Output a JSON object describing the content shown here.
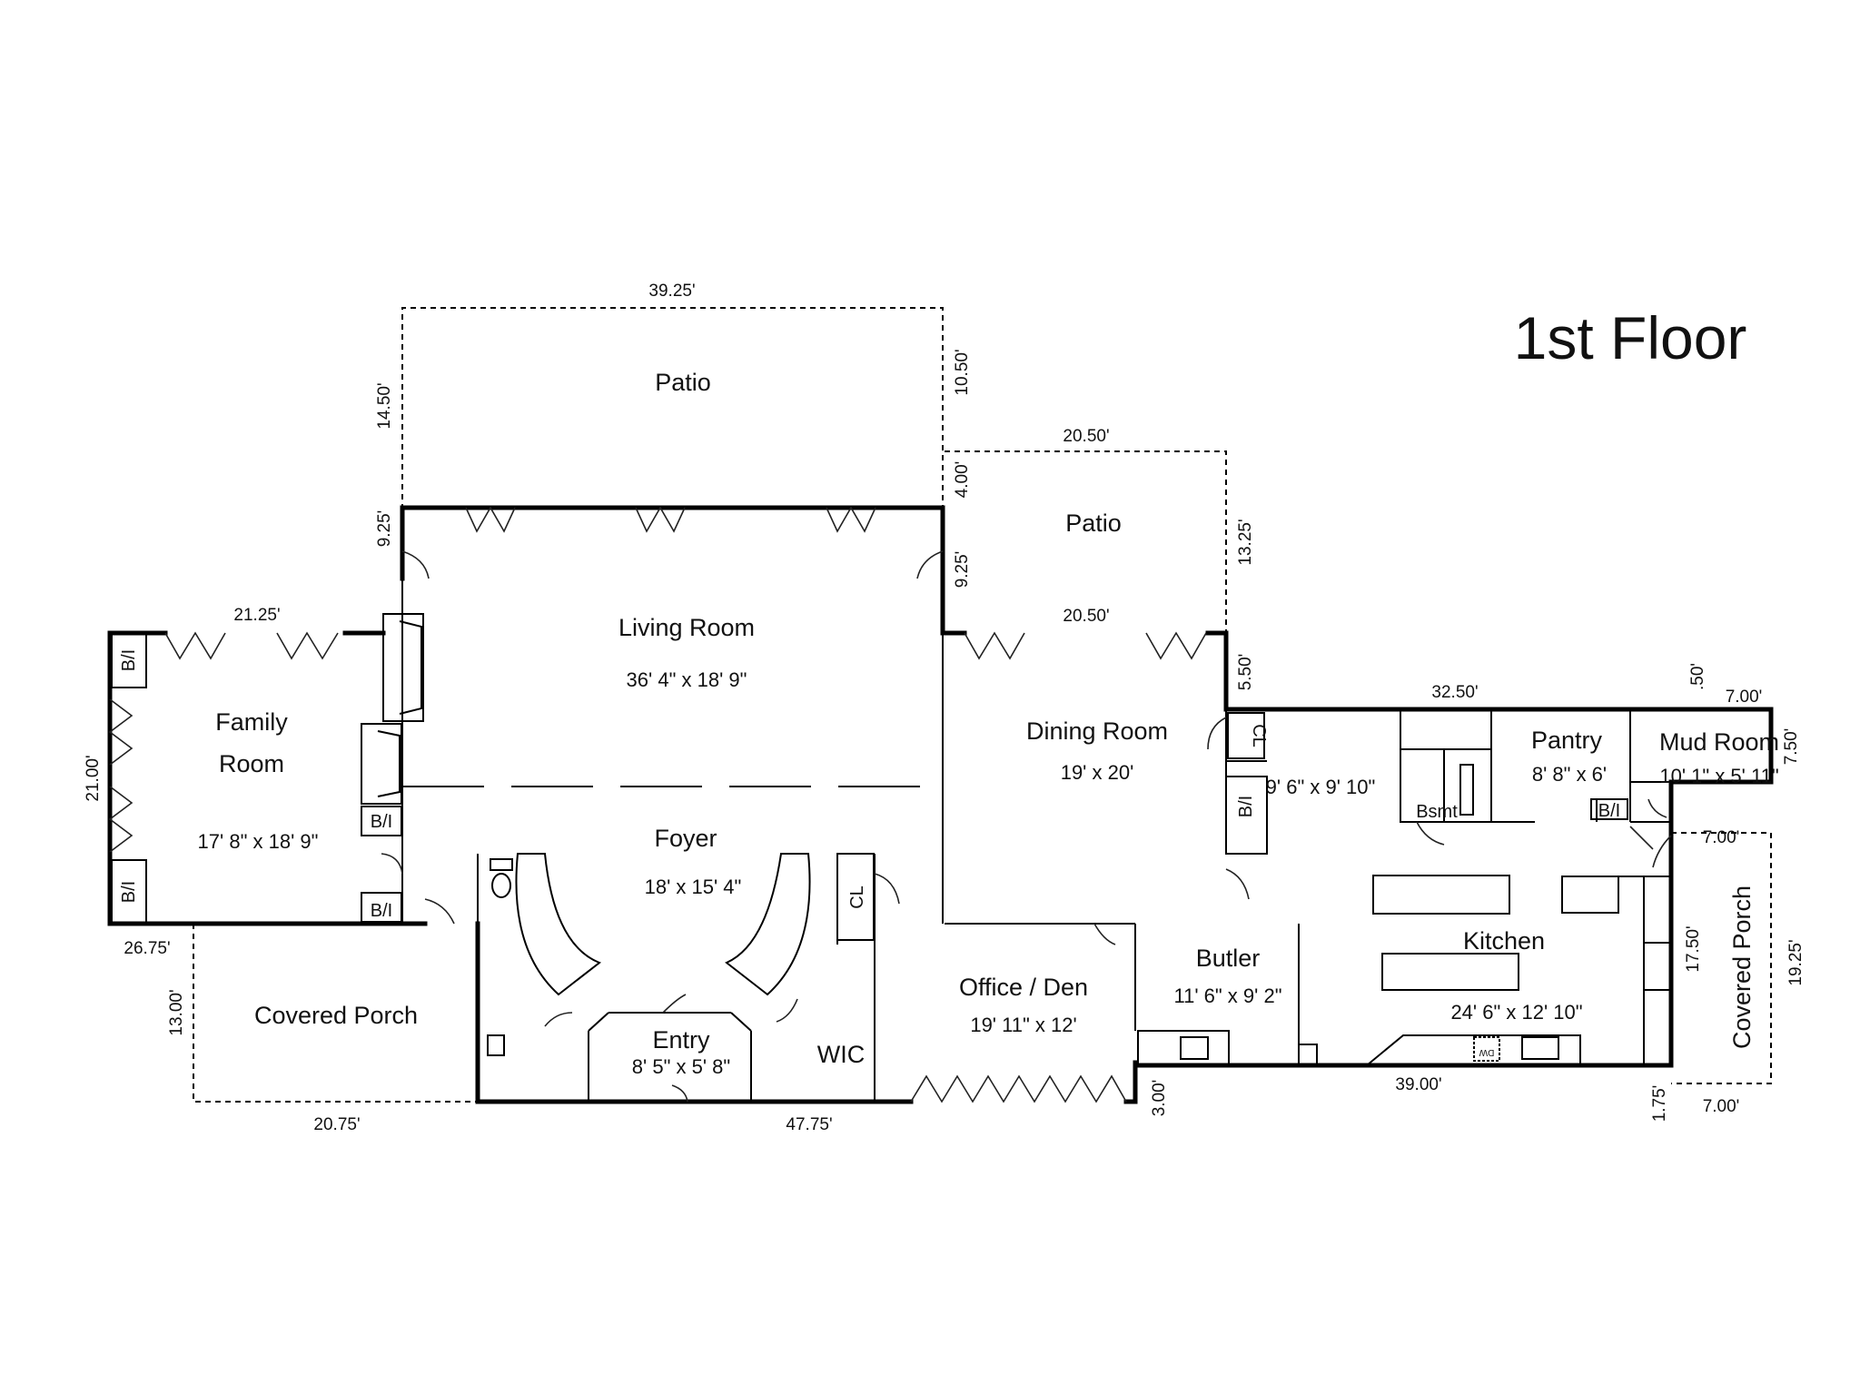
{
  "title": "1st Floor",
  "rooms": {
    "patio_top": "Patio",
    "patio_right": "Patio",
    "living": "Living Room",
    "living_size": "36' 4\" x 18' 9\"",
    "family_1": "Family",
    "family_2": "Room",
    "family_size": "17' 8\" x 18' 9\"",
    "foyer": "Foyer",
    "foyer_size": "18' x 15' 4\"",
    "dining": "Dining Room",
    "dining_size": "19' x 20'",
    "office": "Office / Den",
    "office_size": "19' 11\" x 12'",
    "entry": "Entry",
    "entry_size": "8' 5\" x 5' 8\"",
    "wic": "WIC",
    "covered_porch_left": "Covered Porch",
    "covered_porch_right": "Covered Porch",
    "butler": "Butler",
    "butler_size": "11' 6\" x 9' 2\"",
    "kitchen": "Kitchen",
    "kitchen_size": "24' 6\" x 12' 10\"",
    "pantry": "Pantry",
    "pantry_size": "8' 8\" x 6'",
    "mud_room": "Mud Room",
    "mud_room_size": "10' 1\" x 5' 11\"",
    "hall_size": "9' 6\" x 9' 10\"",
    "bsmt": "Bsmt"
  },
  "fixtures": {
    "bi_1": "B/I",
    "bi_2": "B/I",
    "bi_3": "B/I",
    "bi_4": "B/I",
    "bi_5": "B/I",
    "bi_6": "B/I",
    "cl_1": "CL",
    "cl_2": "CL",
    "dw": "DW"
  },
  "dimensions": {
    "d_39_25": "39.25'",
    "d_14_50": "14.50'",
    "d_10_50": "10.50'",
    "d_20_50_top": "20.50'",
    "d_4_00": "4.00'",
    "d_13_25": "13.25'",
    "d_9_25_left": "9.25'",
    "d_9_25_right": "9.25'",
    "d_21_25": "21.25'",
    "d_20_50_mid": "20.50'",
    "d_5_50": "5.50'",
    "d_32_50": "32.50'",
    "d_50": ".50'",
    "d_7_00_a": "7.00'",
    "d_7_50": "7.50'",
    "d_7_00_b": "7.00'",
    "d_21_00": "21.00'",
    "d_26_75": "26.75'",
    "d_13_00": "13.00'",
    "d_20_75": "20.75'",
    "d_47_75": "47.75'",
    "d_3_00": "3.00'",
    "d_39_00": "39.00'",
    "d_17_50": "17.50'",
    "d_19_25": "19.25'",
    "d_1_75": "1.75'",
    "d_7_00_c": "7.00'"
  }
}
